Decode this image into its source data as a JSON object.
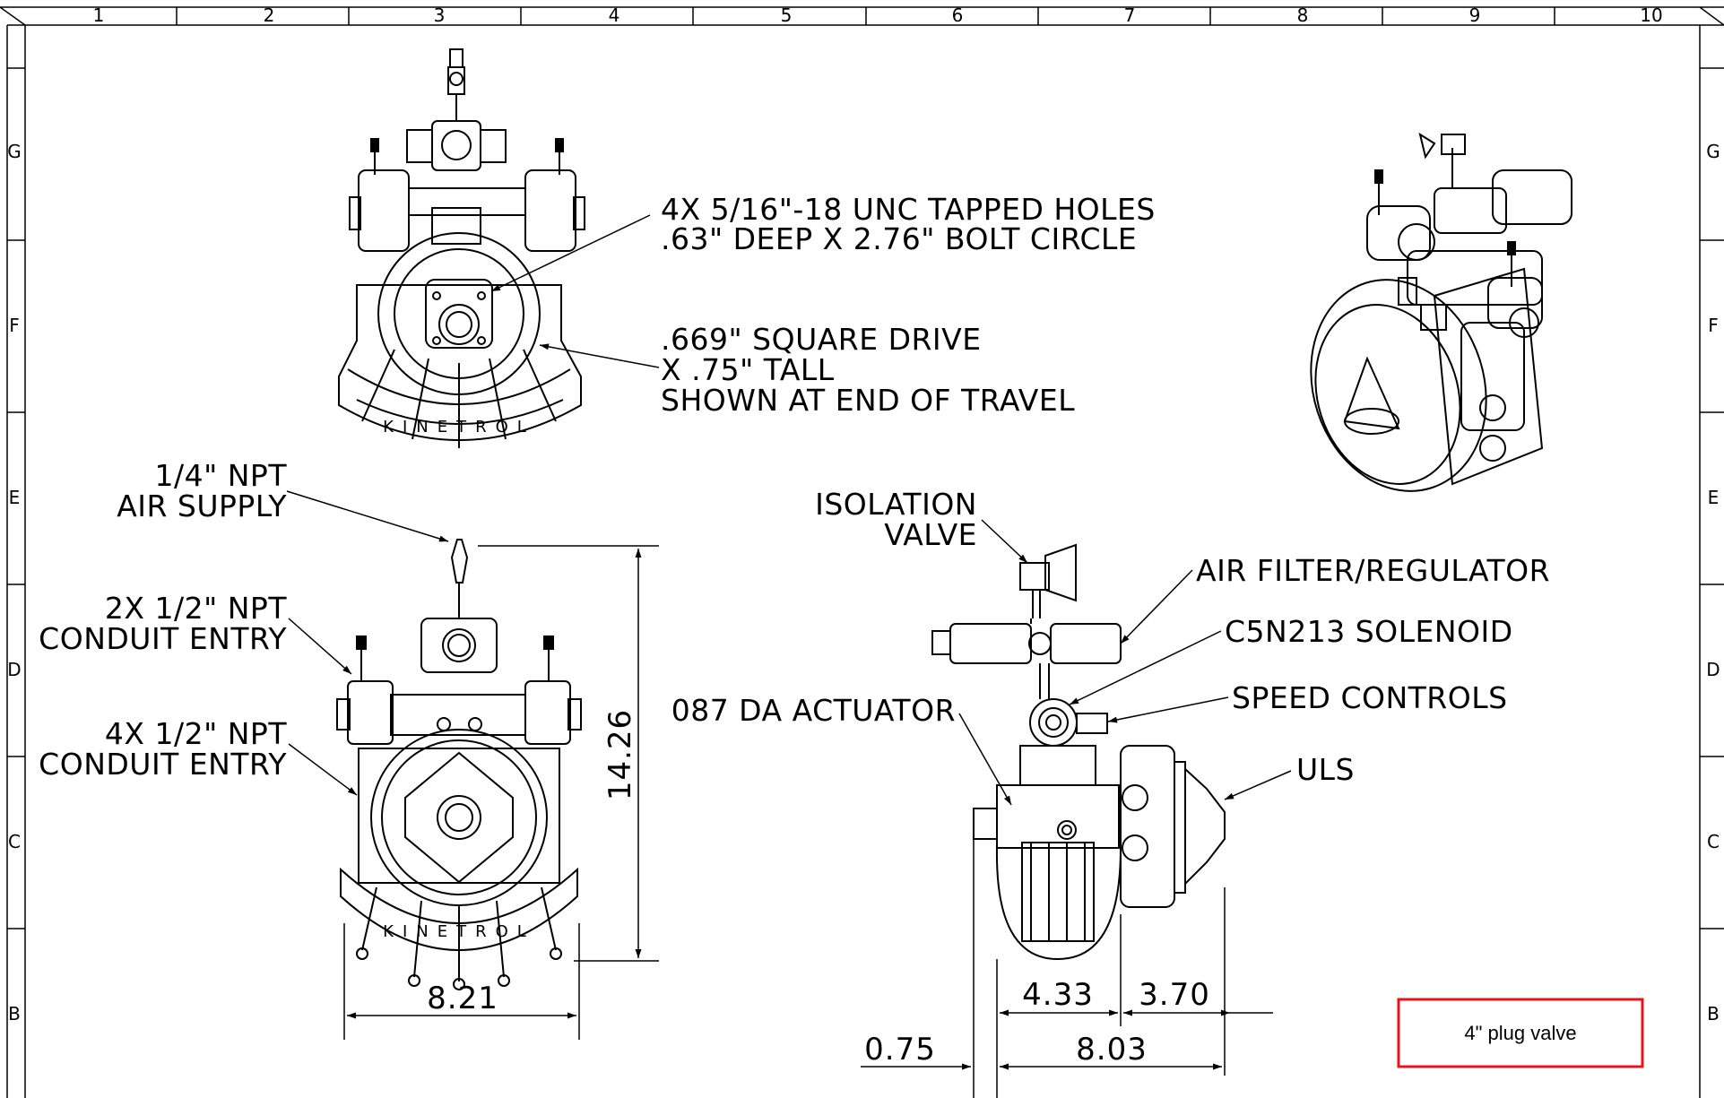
{
  "border": {
    "columns": [
      "1",
      "2",
      "3",
      "4",
      "5",
      "6",
      "7",
      "8",
      "9",
      "10"
    ],
    "rows": [
      "G",
      "F",
      "E",
      "D",
      "C",
      "B"
    ]
  },
  "callouts": {
    "tapped_holes": {
      "line1": "4X 5/16\"-18 UNC TAPPED HOLES",
      "line2": ".63\" DEEP X 2.76\" BOLT CIRCLE"
    },
    "square_drive": {
      "line1": ".669\" SQUARE DRIVE",
      "line2": "X .75\" TALL",
      "line3": "SHOWN AT END OF TRAVEL"
    },
    "air_supply": {
      "line1": "1/4\" NPT",
      "line2": "AIR SUPPLY"
    },
    "conduit_2x": {
      "line1": "2X 1/2\" NPT",
      "line2": "CONDUIT ENTRY"
    },
    "conduit_4x": {
      "line1": "4X 1/2\" NPT",
      "line2": "CONDUIT ENTRY"
    },
    "isolation_valve": {
      "line1": "ISOLATION",
      "line2": "VALVE"
    },
    "air_filter": "AIR FILTER/REGULATOR",
    "solenoid": "C5N213 SOLENOID",
    "speed_controls": "SPEED CONTROLS",
    "actuator": "087 DA ACTUATOR",
    "uls": "ULS",
    "actuator_branding": "KINETROL"
  },
  "dimensions": {
    "height": "14.26",
    "width_front": "8.21",
    "side_left": "4.33",
    "side_right": "3.70",
    "side_total": "8.03",
    "offset": "0.75"
  },
  "note_box": {
    "text": "4\" plug valve",
    "border_color": "#e8141c"
  }
}
